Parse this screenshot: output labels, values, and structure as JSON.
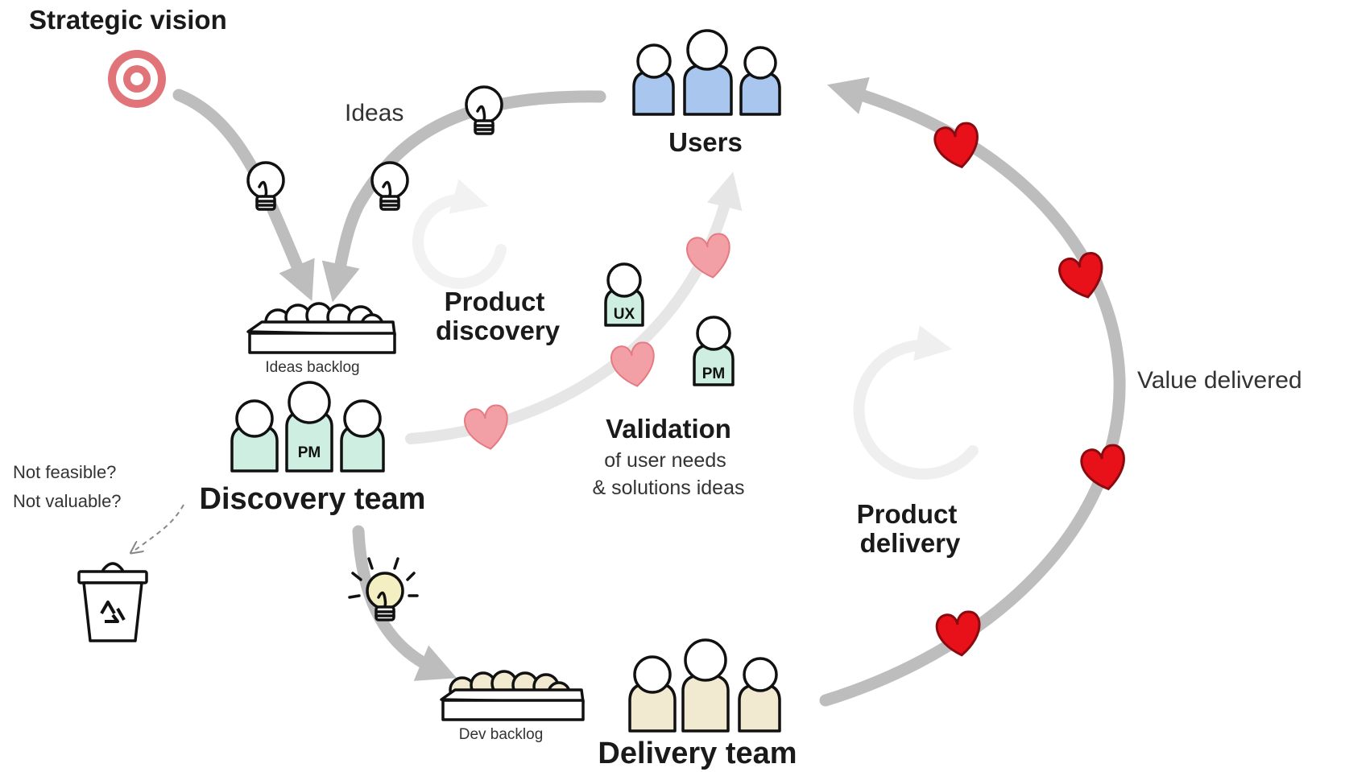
{
  "labels": {
    "strategic_vision": "Strategic vision",
    "ideas": "Ideas",
    "users": "Users",
    "ideas_backlog": "Ideas backlog",
    "product_discovery_1": "Product",
    "product_discovery_2": "discovery",
    "validation": "Validation",
    "validation_sub_1": "of user needs",
    "validation_sub_2": "& solutions ideas",
    "value_delivered": "Value delivered",
    "discovery_team": "Discovery team",
    "not_feasible": "Not feasible?",
    "not_valuable": "Not valuable?",
    "product_delivery_1": "Product",
    "product_delivery_2": "delivery",
    "dev_backlog": "Dev backlog",
    "delivery_team": "Delivery team",
    "badge_pm_discovery": "PM",
    "badge_ux": "UX",
    "badge_pm_validation": "PM"
  },
  "icons": {
    "target": "target-icon",
    "lightbulb": "lightbulb-icon",
    "heart": "heart-icon",
    "person": "person-icon",
    "recycle_bin": "recycle-bin-icon",
    "backlog_tray": "backlog-tray-icon"
  },
  "colors": {
    "arrow": "#bdbdbd",
    "heart_solid": "#e8111a",
    "heart_pale": "#f2a0a6",
    "users_fill": "#a9c6ee",
    "discovery_fill": "#cdeee0",
    "delivery_fill": "#f1ead1",
    "target": "#e07478",
    "bulb_lit": "#f3efc2"
  }
}
